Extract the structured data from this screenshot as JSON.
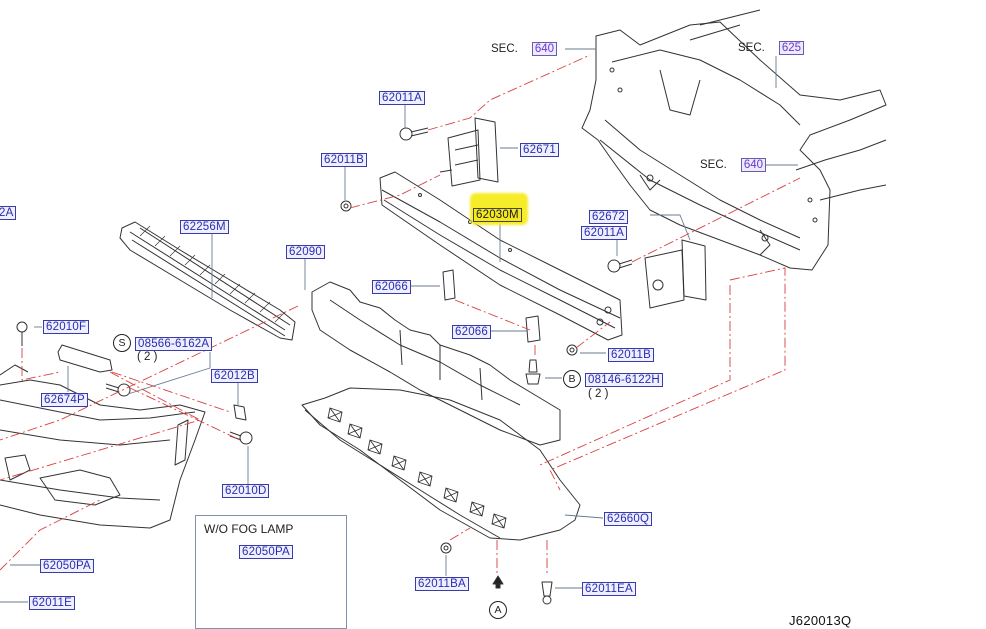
{
  "diagram": {
    "title_code": "J620013Q",
    "colors": {
      "label_text": "#2b2bb0",
      "label_border": "#3a3aa8",
      "highlight": "#f5e81f",
      "phantom_line": "#d94040",
      "section_ref": "#6a3ac8"
    },
    "section_refs": [
      {
        "prefix": "SEC.",
        "number": "640"
      },
      {
        "prefix": "SEC.",
        "number": "625"
      },
      {
        "prefix": "SEC.",
        "number": "640"
      }
    ],
    "parts": [
      {
        "id": "62011A",
        "desc": "bolt"
      },
      {
        "id": "62671",
        "desc": "bracket-right"
      },
      {
        "id": "62011B",
        "desc": "nut"
      },
      {
        "id": "62030M",
        "desc": "bumper-reinforcement",
        "highlighted": true
      },
      {
        "id": "62672",
        "desc": "bracket-left"
      },
      {
        "id": "62011A",
        "desc": "bolt"
      },
      {
        "id": "62256M",
        "desc": "lower-grille"
      },
      {
        "id": "62090",
        "desc": "energy-absorber"
      },
      {
        "id": "62066",
        "desc": "stay"
      },
      {
        "id": "62066",
        "desc": "stay"
      },
      {
        "id": "62011B",
        "desc": "nut"
      },
      {
        "id": "08146-6122H",
        "desc": "bolt",
        "marker": "B",
        "qty": "( 2 )"
      },
      {
        "id": "62010F",
        "desc": "clip"
      },
      {
        "id": "08566-6162A",
        "desc": "screw",
        "marker": "S",
        "qty": "( 2 )"
      },
      {
        "id": "62674P",
        "desc": "bracket"
      },
      {
        "id": "62012B",
        "desc": "nut-clip"
      },
      {
        "id": "62010D",
        "desc": "screw"
      },
      {
        "id": "62660Q",
        "desc": "undercover"
      },
      {
        "id": "62011BA",
        "desc": "nut"
      },
      {
        "id": "62011EA",
        "desc": "clip"
      },
      {
        "id": "62050PA",
        "desc": "fog-lamp-finisher"
      },
      {
        "id": "62011E",
        "desc": "clip"
      },
      {
        "id": "2A",
        "desc": "cut-off-label"
      }
    ],
    "inset": {
      "title": "W/O  FOG  LAMP",
      "part": "62050PA"
    },
    "view_marker": "A"
  }
}
